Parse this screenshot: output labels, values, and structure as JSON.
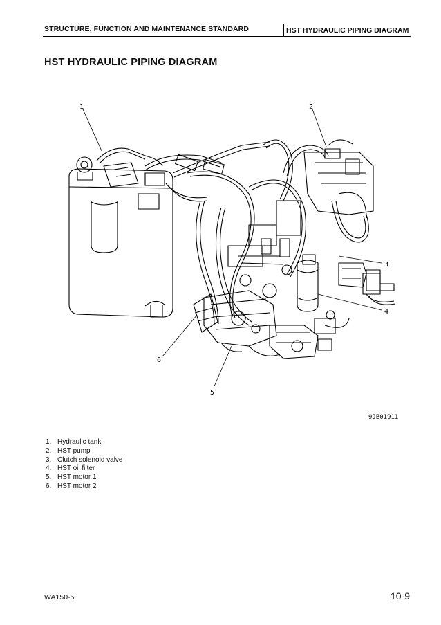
{
  "header": {
    "left": "STRUCTURE, FUNCTION AND MAINTENANCE STANDARD",
    "right": "HST HYDRAULIC PIPING DIAGRAM"
  },
  "title": "HST HYDRAULIC PIPING DIAGRAM",
  "diagram": {
    "callouts": [
      "1",
      "2",
      "3",
      "4",
      "5",
      "6"
    ],
    "figure_id": "9JB01911"
  },
  "legend": [
    {
      "num": "1.",
      "label": "Hydraulic tank"
    },
    {
      "num": "2.",
      "label": "HST pump"
    },
    {
      "num": "3.",
      "label": "Clutch solenoid valve"
    },
    {
      "num": "4.",
      "label": "HST oil filter"
    },
    {
      "num": "5.",
      "label": "HST motor 1"
    },
    {
      "num": "6.",
      "label": "HST motor 2"
    }
  ],
  "footer": {
    "model": "WA150-5",
    "page": "10-9"
  }
}
